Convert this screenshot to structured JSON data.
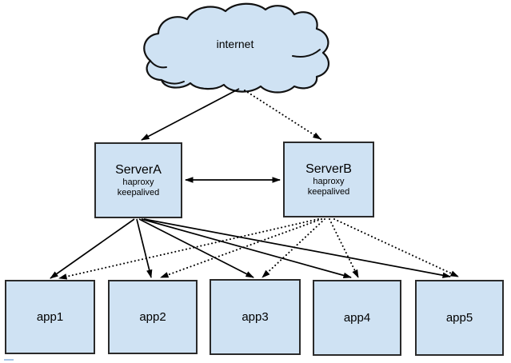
{
  "diagram": {
    "internet": {
      "label": "internet"
    },
    "servers": [
      {
        "name": "ServerA",
        "services": [
          "haproxy",
          "keepalived"
        ]
      },
      {
        "name": "ServerB",
        "services": [
          "haproxy",
          "keepalived"
        ]
      }
    ],
    "apps": [
      {
        "name": "app1"
      },
      {
        "name": "app2"
      },
      {
        "name": "app3"
      },
      {
        "name": "app4"
      },
      {
        "name": "app5"
      }
    ],
    "edges": [
      {
        "from": "internet",
        "to": "ServerA",
        "style": "solid",
        "arrow": "single"
      },
      {
        "from": "internet",
        "to": "ServerB",
        "style": "dotted",
        "arrow": "single"
      },
      {
        "from": "ServerA",
        "to": "ServerB",
        "style": "solid",
        "arrow": "double"
      },
      {
        "from": "ServerA",
        "to": "app1",
        "style": "solid",
        "arrow": "single"
      },
      {
        "from": "ServerA",
        "to": "app2",
        "style": "solid",
        "arrow": "single"
      },
      {
        "from": "ServerA",
        "to": "app3",
        "style": "solid",
        "arrow": "single"
      },
      {
        "from": "ServerA",
        "to": "app4",
        "style": "solid",
        "arrow": "single"
      },
      {
        "from": "ServerA",
        "to": "app5",
        "style": "solid",
        "arrow": "single"
      },
      {
        "from": "ServerB",
        "to": "app1",
        "style": "dotted",
        "arrow": "single"
      },
      {
        "from": "ServerB",
        "to": "app2",
        "style": "dotted",
        "arrow": "single"
      },
      {
        "from": "ServerB",
        "to": "app3",
        "style": "dotted",
        "arrow": "single"
      },
      {
        "from": "ServerB",
        "to": "app4",
        "style": "dotted",
        "arrow": "single"
      },
      {
        "from": "ServerB",
        "to": "app5",
        "style": "dotted",
        "arrow": "single"
      }
    ],
    "colors": {
      "node_fill": "#cfe2f3",
      "node_border": "#2a2a2a",
      "edge": "#000000",
      "background": "#ffffff"
    }
  }
}
